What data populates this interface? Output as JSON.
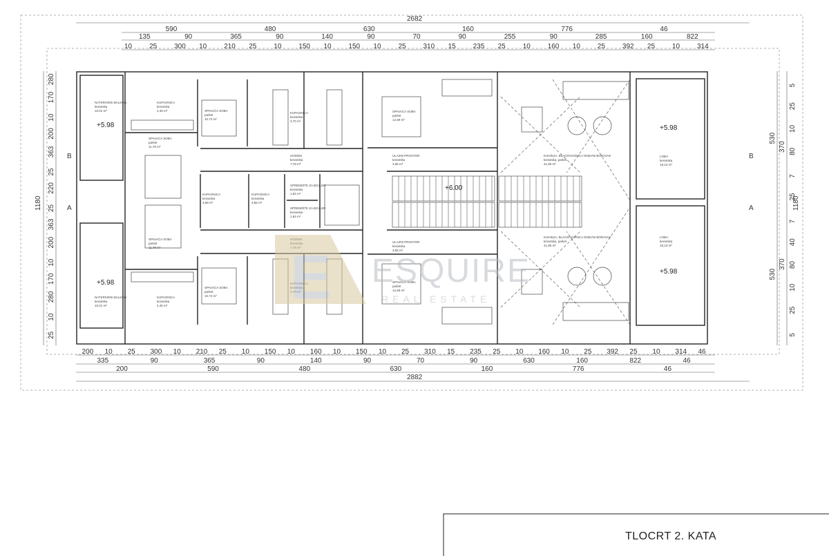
{
  "title": "TLOCRT 2. KATA",
  "watermark": {
    "brand": "ESQUIRE",
    "tagline": "REAL ESTATE",
    "logo_letter": "E"
  },
  "levels": [
    "+5.98",
    "+5.98",
    "+5.98",
    "+5.98",
    "+6.00"
  ],
  "section_markers": [
    "A",
    "A",
    "B",
    "B"
  ],
  "dimensions": {
    "top_total": "2682",
    "top_row2": [
      "590",
      "480",
      "630",
      "160",
      "776",
      "46"
    ],
    "top_row3": [
      "135",
      "90",
      "365",
      "90",
      "140",
      "90",
      "70",
      "90",
      "255",
      "90",
      "285",
      "160",
      "822"
    ],
    "top_row4": [
      "10",
      "25",
      "300",
      "10",
      "210",
      "25",
      "10",
      "150",
      "10",
      "150",
      "10",
      "25",
      "310",
      "15",
      "235",
      "25",
      "10",
      "160",
      "10",
      "25",
      "392",
      "25",
      "10",
      "314"
    ],
    "bottom_row1": [
      "200",
      "10",
      "25",
      "300",
      "10",
      "210",
      "25",
      "10",
      "150",
      "10",
      "160",
      "10",
      "150",
      "10",
      "25",
      "310",
      "15",
      "235",
      "25",
      "10",
      "160",
      "10",
      "25",
      "392",
      "25",
      "10",
      "314",
      "46"
    ],
    "bottom_row2": [
      "335",
      "90",
      "365",
      "90",
      "140",
      "90",
      "70",
      "90",
      "630",
      "160",
      "822",
      "46"
    ],
    "bottom_row3": [
      "200",
      "590",
      "480",
      "630",
      "160",
      "776",
      "46"
    ],
    "bottom_total": "2882",
    "left_total": "1180",
    "left_parts": [
      "280",
      "170",
      "10",
      "200",
      "363",
      "25",
      "220",
      "25",
      "363",
      "200",
      "10",
      "170",
      "280",
      "10",
      "25"
    ],
    "right_total": "1180",
    "right_530": [
      "530",
      "530"
    ],
    "right_370": [
      "370",
      "370"
    ],
    "right_small": [
      "5",
      "25",
      "10",
      "80",
      "7",
      "25",
      "7",
      "40",
      "80",
      "10",
      "25",
      "5"
    ]
  },
  "rooms": [
    {
      "name": "NATKRIVENI BALKON",
      "sub": "keramika",
      "area": "10,01 m²"
    },
    {
      "name": "KUPAONICA",
      "sub": "keramika",
      "area": "4,45 m²"
    },
    {
      "name": "SPAVAĆA SOBA",
      "sub": "parket",
      "area": "10,74 m²"
    },
    {
      "name": "KUPAONICA",
      "sub": "keramika",
      "area": "3,70 m²"
    },
    {
      "name": "SPAVAĆA SOBA",
      "sub": "parket",
      "area": "12,69 m²"
    },
    {
      "name": "SPAVAĆA SOBA",
      "sub": "parket",
      "area": "11,78 m²"
    },
    {
      "name": "HODNIK",
      "sub": "keramika",
      "area": "7,78 m²"
    },
    {
      "name": "ULAZNI PROSTOR",
      "sub": "keramika",
      "area": "3,85 m²"
    },
    {
      "name": "KUHINJA, BLAGOVAONICA DNEVNI BORAVAK",
      "sub": "keramika, parket",
      "area": "41,85 m²"
    },
    {
      "name": "LOĐA",
      "sub": "keramika",
      "area": "18,13 m²"
    },
    {
      "name": "KUPAONICA",
      "sub": "keramika",
      "area": "3,88 m²"
    },
    {
      "name": "KUPAONICA",
      "sub": "keramika",
      "area": "3,88 m²"
    },
    {
      "name": "SPREMIŠTE ZA BOJLER",
      "sub": "keramika",
      "area": "1,84 m²"
    },
    {
      "name": "SPREMIŠTE ZA BOJLER",
      "sub": "keramika",
      "area": "1,84 m²"
    },
    {
      "name": "NATKRIVENI BALKON",
      "sub": "keramika",
      "area": "10,01 m²"
    },
    {
      "name": "KUPAONICA",
      "sub": "keramika",
      "area": "4,45 m²"
    },
    {
      "name": "SPAVAĆA SOBA",
      "sub": "parket",
      "area": "10,74 m²"
    },
    {
      "name": "KUPAONICA",
      "sub": "keramika",
      "area": "3,70 m²"
    },
    {
      "name": "SPAVAĆA SOBA",
      "sub": "parket",
      "area": "12,69 m²"
    },
    {
      "name": "SPAVAĆA SOBA",
      "sub": "parket",
      "area": "11,78 m²"
    },
    {
      "name": "HODNIK",
      "sub": "keramika",
      "area": "7,78 m²"
    },
    {
      "name": "ULAZNI PROSTOR",
      "sub": "keramika",
      "area": "3,85 m²"
    },
    {
      "name": "KUHINJA, BLAGOVAONICA DNEVNI BORAVAK",
      "sub": "keramika, parket",
      "area": "41,85 m²"
    },
    {
      "name": "LOĐA",
      "sub": "keramika",
      "area": "18,13 m²"
    }
  ],
  "colors": {
    "line": "#222222",
    "dim_line": "#555555",
    "dashed": "#999999",
    "watermark_gold": "#d8c9a0",
    "watermark_gray": "#b9bec4"
  }
}
